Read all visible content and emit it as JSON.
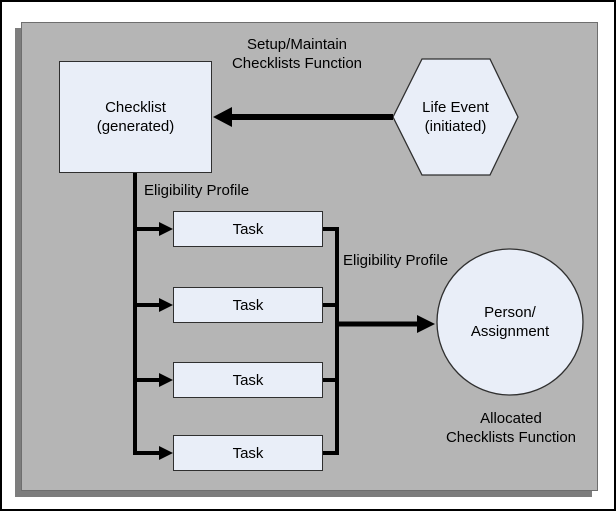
{
  "diagram": {
    "colors": {
      "panel_bg": "#b5b5b5",
      "panel_shadow": "#7d7d7d",
      "shape_fill": "#e9eef8",
      "shape_border": "#2f2f2f",
      "connector": "#000000"
    },
    "nodes": {
      "checklist": {
        "line1": "Checklist",
        "line2": "(generated)"
      },
      "life_event": {
        "line1": "Life Event",
        "line2": "(initiated)"
      },
      "person": {
        "line1": "Person/",
        "line2": "Assignment"
      },
      "tasks": [
        "Task",
        "Task",
        "Task",
        "Task"
      ]
    },
    "labels": {
      "setup_line1": "Setup/Maintain",
      "setup_line2": "Checklists Function",
      "eligibility_top": "Eligibility Profile",
      "eligibility_right": "Eligibility Profile",
      "allocated_line1": "Allocated",
      "allocated_line2": "Checklists Function"
    }
  }
}
